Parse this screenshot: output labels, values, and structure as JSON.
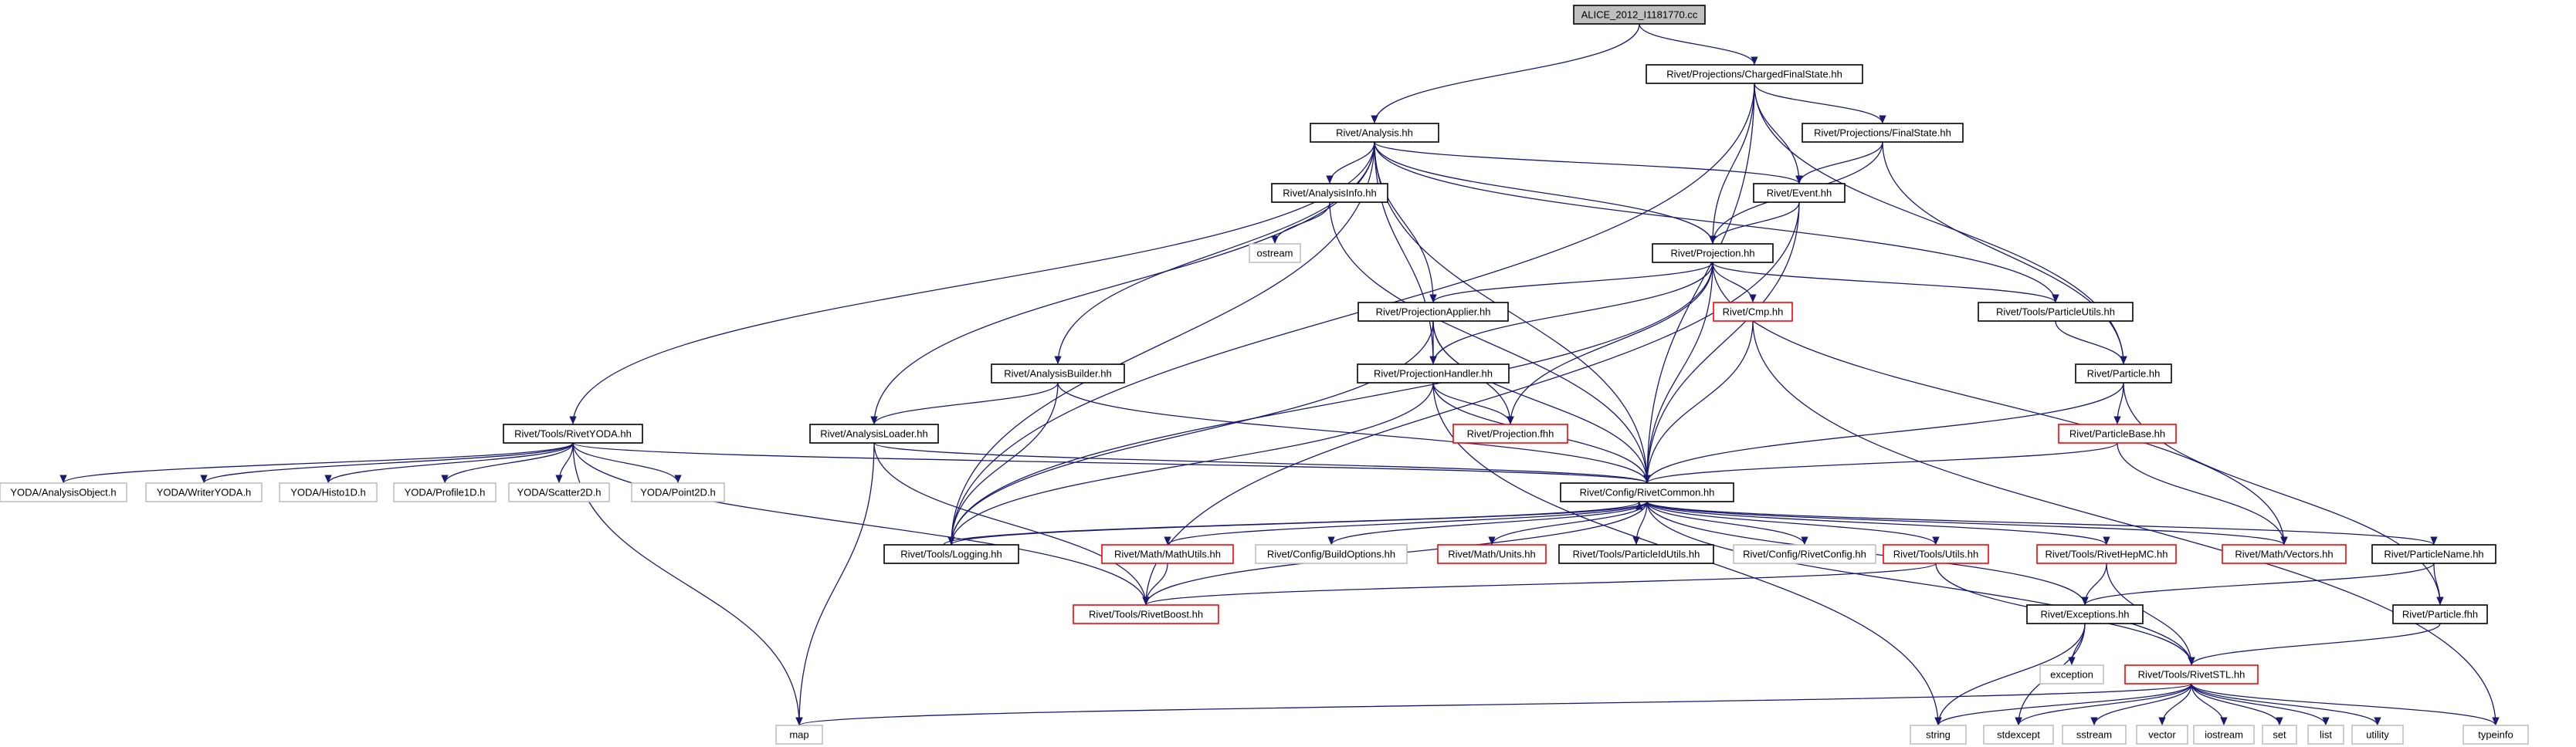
{
  "graph": {
    "colors": {
      "edge": "#191970",
      "border_normal": "#000000",
      "border_truncated": "#ff0000",
      "border_external": "#bfbfbf",
      "fill_root": "#bfbfbf",
      "fill_normal": "#ffffff",
      "text_normal": "#000000",
      "text_external": "#000000"
    },
    "nodes": [
      {
        "id": "root",
        "label": "ALICE_2012_I1181770.cc",
        "kind": "root"
      },
      {
        "id": "cfs",
        "label": "Rivet/Projections/ChargedFinalState.hh",
        "kind": "normal"
      },
      {
        "id": "analysis",
        "label": "Rivet/Analysis.hh",
        "kind": "normal"
      },
      {
        "id": "finalstate",
        "label": "Rivet/Projections/FinalState.hh",
        "kind": "normal"
      },
      {
        "id": "analysisinfo",
        "label": "Rivet/AnalysisInfo.hh",
        "kind": "normal"
      },
      {
        "id": "event",
        "label": "Rivet/Event.hh",
        "kind": "normal"
      },
      {
        "id": "ostream",
        "label": "ostream",
        "kind": "external"
      },
      {
        "id": "projection",
        "label": "Rivet/Projection.hh",
        "kind": "normal"
      },
      {
        "id": "projapplier",
        "label": "Rivet/ProjectionApplier.hh",
        "kind": "normal"
      },
      {
        "id": "cmp",
        "label": "Rivet/Cmp.hh",
        "kind": "truncated"
      },
      {
        "id": "particleutils",
        "label": "Rivet/Tools/ParticleUtils.hh",
        "kind": "normal"
      },
      {
        "id": "analysisbuilder",
        "label": "Rivet/AnalysisBuilder.hh",
        "kind": "normal"
      },
      {
        "id": "projhandler",
        "label": "Rivet/ProjectionHandler.hh",
        "kind": "normal"
      },
      {
        "id": "particle",
        "label": "Rivet/Particle.hh",
        "kind": "normal"
      },
      {
        "id": "rivetyoda",
        "label": "Rivet/Tools/RivetYODA.hh",
        "kind": "normal"
      },
      {
        "id": "analysisloader",
        "label": "Rivet/AnalysisLoader.hh",
        "kind": "normal"
      },
      {
        "id": "projfhh",
        "label": "Rivet/Projection.fhh",
        "kind": "truncated"
      },
      {
        "id": "particlebase",
        "label": "Rivet/ParticleBase.hh",
        "kind": "truncated"
      },
      {
        "id": "yoda_ao",
        "label": "YODA/AnalysisObject.h",
        "kind": "external"
      },
      {
        "id": "yoda_writer",
        "label": "YODA/WriterYODA.h",
        "kind": "external"
      },
      {
        "id": "yoda_h1d",
        "label": "YODA/Histo1D.h",
        "kind": "external"
      },
      {
        "id": "yoda_p1d",
        "label": "YODA/Profile1D.h",
        "kind": "external"
      },
      {
        "id": "yoda_s2d",
        "label": "YODA/Scatter2D.h",
        "kind": "external"
      },
      {
        "id": "yoda_pt2d",
        "label": "YODA/Point2D.h",
        "kind": "external"
      },
      {
        "id": "rivetcommon",
        "label": "Rivet/Config/RivetCommon.hh",
        "kind": "normal"
      },
      {
        "id": "logging",
        "label": "Rivet/Tools/Logging.hh",
        "kind": "normal"
      },
      {
        "id": "mathutils",
        "label": "Rivet/Math/MathUtils.hh",
        "kind": "truncated"
      },
      {
        "id": "buildoptions",
        "label": "Rivet/Config/BuildOptions.hh",
        "kind": "external"
      },
      {
        "id": "mathunits",
        "label": "Rivet/Math/Units.hh",
        "kind": "truncated"
      },
      {
        "id": "pidutils",
        "label": "Rivet/Tools/ParticleIdUtils.hh",
        "kind": "normal"
      },
      {
        "id": "rivetconfig",
        "label": "Rivet/Config/RivetConfig.hh",
        "kind": "external"
      },
      {
        "id": "toolsutils",
        "label": "Rivet/Tools/Utils.hh",
        "kind": "truncated"
      },
      {
        "id": "rivethepmc",
        "label": "Rivet/Tools/RivetHepMC.hh",
        "kind": "truncated"
      },
      {
        "id": "mathvectors",
        "label": "Rivet/Math/Vectors.hh",
        "kind": "truncated"
      },
      {
        "id": "particlename",
        "label": "Rivet/ParticleName.hh",
        "kind": "normal"
      },
      {
        "id": "rivetboost",
        "label": "Rivet/Tools/RivetBoost.hh",
        "kind": "truncated"
      },
      {
        "id": "exceptions",
        "label": "Rivet/Exceptions.hh",
        "kind": "normal"
      },
      {
        "id": "particlefhh",
        "label": "Rivet/Particle.fhh",
        "kind": "normal"
      },
      {
        "id": "exception",
        "label": "exception",
        "kind": "external"
      },
      {
        "id": "rivetstl",
        "label": "Rivet/Tools/RivetSTL.hh",
        "kind": "truncated"
      },
      {
        "id": "map",
        "label": "map",
        "kind": "external"
      },
      {
        "id": "string",
        "label": "string",
        "kind": "external"
      },
      {
        "id": "stdexcept",
        "label": "stdexcept",
        "kind": "external"
      },
      {
        "id": "sstream",
        "label": "sstream",
        "kind": "external"
      },
      {
        "id": "vector",
        "label": "vector",
        "kind": "external"
      },
      {
        "id": "iostream",
        "label": "iostream",
        "kind": "external"
      },
      {
        "id": "set",
        "label": "set",
        "kind": "external"
      },
      {
        "id": "list",
        "label": "list",
        "kind": "external"
      },
      {
        "id": "utility",
        "label": "utility",
        "kind": "external"
      },
      {
        "id": "typeinfo",
        "label": "typeinfo",
        "kind": "external"
      }
    ],
    "edges": [
      [
        "root",
        "cfs"
      ],
      [
        "root",
        "analysis"
      ],
      [
        "cfs",
        "finalstate"
      ],
      [
        "cfs",
        "event"
      ],
      [
        "cfs",
        "projection"
      ],
      [
        "cfs",
        "particle"
      ],
      [
        "cfs",
        "rivetcommon"
      ],
      [
        "cfs",
        "logging"
      ],
      [
        "analysis",
        "analysisinfo"
      ],
      [
        "analysis",
        "event"
      ],
      [
        "analysis",
        "projection"
      ],
      [
        "analysis",
        "projapplier"
      ],
      [
        "analysis",
        "projhandler"
      ],
      [
        "analysis",
        "analysisbuilder"
      ],
      [
        "analysis",
        "analysisloader"
      ],
      [
        "analysis",
        "rivetyoda"
      ],
      [
        "analysis",
        "particleutils"
      ],
      [
        "analysis",
        "rivetcommon"
      ],
      [
        "analysis",
        "logging"
      ],
      [
        "finalstate",
        "event"
      ],
      [
        "finalstate",
        "projection"
      ],
      [
        "finalstate",
        "particle"
      ],
      [
        "analysisinfo",
        "ostream"
      ],
      [
        "analysisinfo",
        "rivetcommon"
      ],
      [
        "event",
        "projection"
      ],
      [
        "event",
        "rivetcommon"
      ],
      [
        "event",
        "rivetboost"
      ],
      [
        "projection",
        "projapplier"
      ],
      [
        "projection",
        "cmp"
      ],
      [
        "projection",
        "projhandler"
      ],
      [
        "projection",
        "projfhh"
      ],
      [
        "projection",
        "particleutils"
      ],
      [
        "projection",
        "rivetcommon"
      ],
      [
        "projection",
        "logging"
      ],
      [
        "projection",
        "mathvectors"
      ],
      [
        "projapplier",
        "projhandler"
      ],
      [
        "projapplier",
        "projfhh"
      ],
      [
        "projapplier",
        "rivetcommon"
      ],
      [
        "projapplier",
        "logging"
      ],
      [
        "cmp",
        "rivetcommon"
      ],
      [
        "cmp",
        "typeinfo"
      ],
      [
        "particleutils",
        "particle"
      ],
      [
        "analysisbuilder",
        "analysisloader"
      ],
      [
        "analysisbuilder",
        "rivetcommon"
      ],
      [
        "analysisbuilder",
        "logging"
      ],
      [
        "projhandler",
        "projfhh"
      ],
      [
        "projhandler",
        "rivetcommon"
      ],
      [
        "projhandler",
        "logging"
      ],
      [
        "projhandler",
        "string"
      ],
      [
        "particle",
        "particlebase"
      ],
      [
        "particle",
        "rivetcommon"
      ],
      [
        "particle",
        "particlefhh"
      ],
      [
        "rivetyoda",
        "yoda_ao"
      ],
      [
        "rivetyoda",
        "yoda_writer"
      ],
      [
        "rivetyoda",
        "yoda_h1d"
      ],
      [
        "rivetyoda",
        "yoda_p1d"
      ],
      [
        "rivetyoda",
        "yoda_s2d"
      ],
      [
        "rivetyoda",
        "yoda_pt2d"
      ],
      [
        "rivetyoda",
        "rivetcommon"
      ],
      [
        "rivetyoda",
        "rivetboost"
      ],
      [
        "rivetyoda",
        "map"
      ],
      [
        "analysisloader",
        "rivetcommon"
      ],
      [
        "analysisloader",
        "map"
      ],
      [
        "analysisloader",
        "rivetboost"
      ],
      [
        "particlebase",
        "rivetcommon"
      ],
      [
        "particlebase",
        "mathvectors"
      ],
      [
        "rivetcommon",
        "logging"
      ],
      [
        "rivetcommon",
        "mathutils"
      ],
      [
        "rivetcommon",
        "buildoptions"
      ],
      [
        "rivetcommon",
        "mathunits"
      ],
      [
        "rivetcommon",
        "pidutils"
      ],
      [
        "rivetcommon",
        "rivetconfig"
      ],
      [
        "rivetcommon",
        "toolsutils"
      ],
      [
        "rivetcommon",
        "rivethepmc"
      ],
      [
        "rivetcommon",
        "mathvectors"
      ],
      [
        "rivetcommon",
        "particlename"
      ],
      [
        "rivetcommon",
        "rivetboost"
      ],
      [
        "rivetcommon",
        "exceptions"
      ],
      [
        "rivetcommon",
        "rivetstl"
      ],
      [
        "logging",
        "rivetcommon"
      ],
      [
        "mathutils",
        "rivetboost"
      ],
      [
        "toolsutils",
        "rivetboost"
      ],
      [
        "toolsutils",
        "rivetstl"
      ],
      [
        "rivethepmc",
        "exceptions"
      ],
      [
        "rivethepmc",
        "rivetstl"
      ],
      [
        "particlename",
        "exceptions"
      ],
      [
        "particlename",
        "particlefhh"
      ],
      [
        "exceptions",
        "exception"
      ],
      [
        "exceptions",
        "string"
      ],
      [
        "exceptions",
        "stdexcept"
      ],
      [
        "particlefhh",
        "rivetstl"
      ],
      [
        "rivetstl",
        "map"
      ],
      [
        "rivetstl",
        "string"
      ],
      [
        "rivetstl",
        "stdexcept"
      ],
      [
        "rivetstl",
        "sstream"
      ],
      [
        "rivetstl",
        "vector"
      ],
      [
        "rivetstl",
        "iostream"
      ],
      [
        "rivetstl",
        "set"
      ],
      [
        "rivetstl",
        "list"
      ],
      [
        "rivetstl",
        "utility"
      ],
      [
        "rivetstl",
        "typeinfo"
      ]
    ]
  }
}
